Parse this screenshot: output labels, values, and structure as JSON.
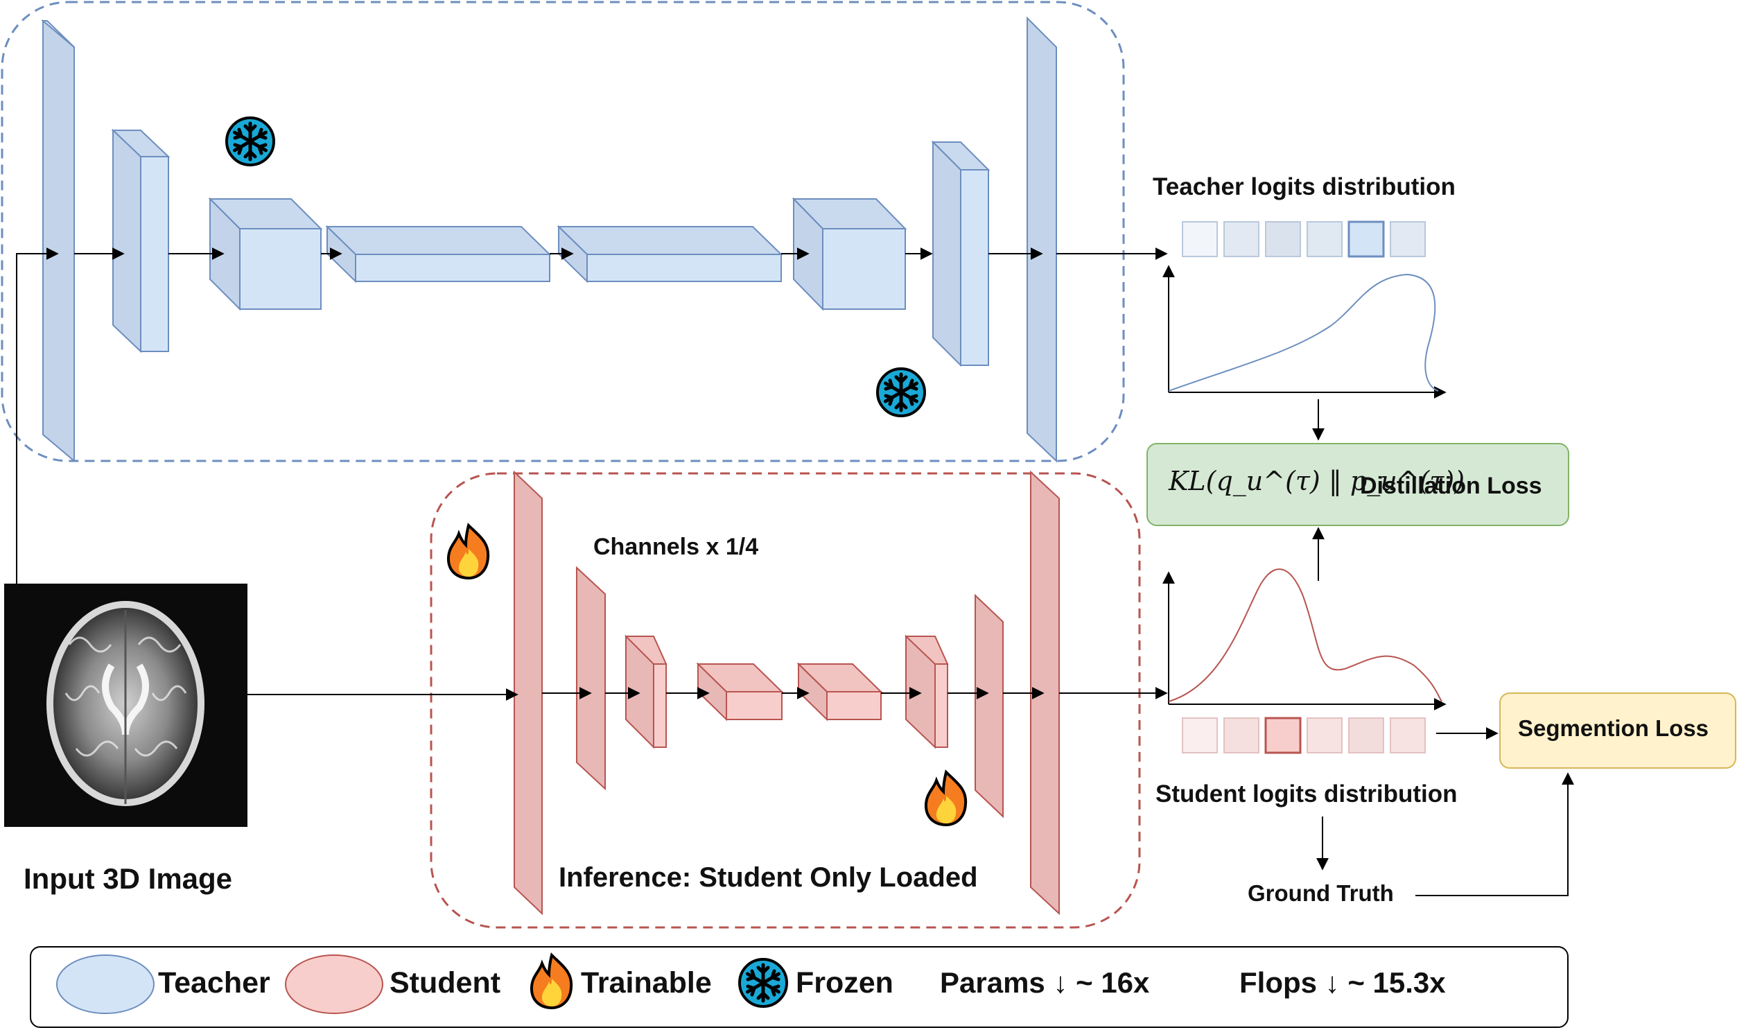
{
  "teacher": {
    "logits_label": "Teacher logits distribution"
  },
  "student": {
    "logits_label": "Student logits distribution",
    "channels_label": "Channels x 1/4",
    "inference_label": "Inference: Student Only Loaded"
  },
  "input": {
    "label": "Input 3D Image"
  },
  "losses": {
    "kl_formula": "KL(q_u^(τ) ‖ p_u^(τ))",
    "distillation_label": "Distillation Loss",
    "segmentation_label": "Segmention Loss",
    "ground_truth_label": "Ground Truth"
  },
  "legend": {
    "teacher": "Teacher",
    "student": "Student",
    "trainable": "Trainable",
    "frozen": "Frozen",
    "params": "Params ↓ ~ 16x",
    "flops": "Flops ↓ ~ 15.3x"
  },
  "colors": {
    "teacher_fill": "#d4e4f7",
    "teacher_stroke": "#6c8ebf",
    "student_fill": "#f8cecc",
    "student_stroke": "#b85450",
    "distill_fill": "#d5e8d4",
    "distill_stroke": "#82b366",
    "seg_fill": "#fff2cc",
    "seg_stroke": "#d6b656"
  },
  "icons": {
    "frozen": "snowflake-icon",
    "trainable": "fire-icon"
  }
}
